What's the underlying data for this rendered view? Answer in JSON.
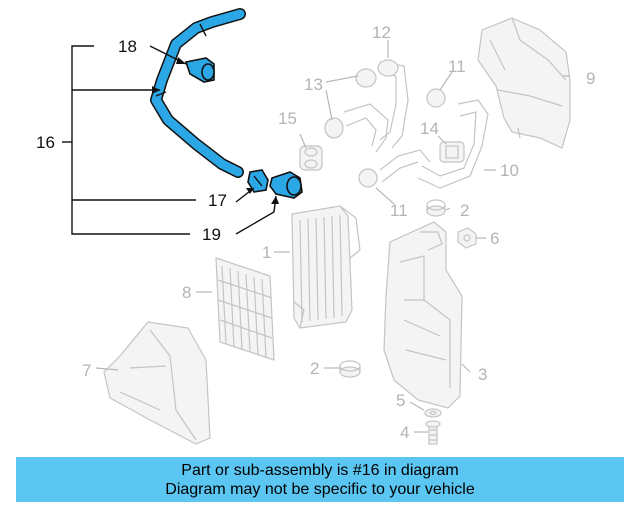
{
  "callouts": {
    "c1": "1",
    "c2a": "2",
    "c2b": "2",
    "c3": "3",
    "c4": "4",
    "c5": "5",
    "c6": "6",
    "c7": "7",
    "c8": "8",
    "c9": "9",
    "c10": "10",
    "c11a": "11",
    "c11b": "11",
    "c12": "12",
    "c13": "13",
    "c14": "14",
    "c15": "15",
    "c16": "16",
    "c17": "17",
    "c18": "18",
    "c19": "19"
  },
  "caption": {
    "line1": "Part or sub-assembly is #16 in diagram",
    "line2": "Diagram may not be specific to your vehicle"
  },
  "colors": {
    "highlight": "#2ca7e6",
    "caption_bg": "#5bc6f2",
    "line_art": "#c4c4c4"
  }
}
